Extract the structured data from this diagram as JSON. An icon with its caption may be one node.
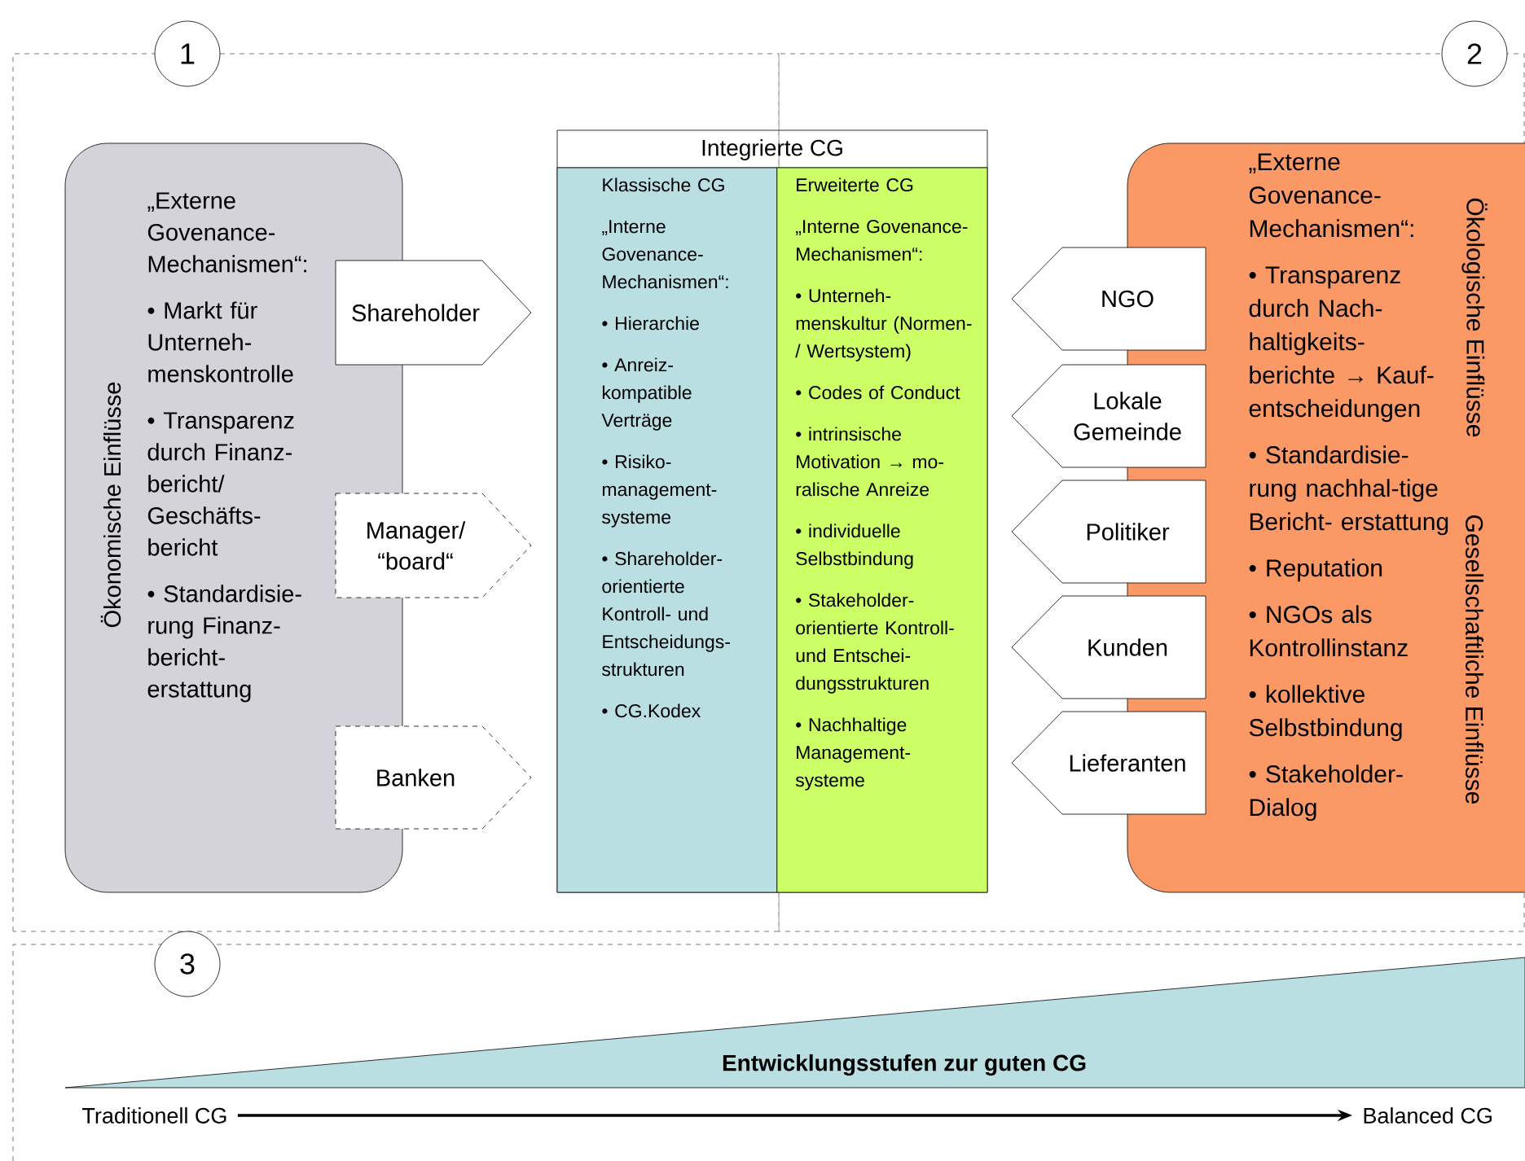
{
  "diagram": {
    "nodes": [
      {
        "text": [
          "„Externe Govenance- Mechanismen“:",
          "• Markt für Unterneh- menskontrolle",
          "• Transparenz durch Finanz- bericht/ Geschäfts- bericht",
          "• Standardisie- rung Finanz- bericht- erstattung",
          "Ökonomische Einflüsse"
        ]
      },
      {
        "text": [
          "Shareholder"
        ]
      },
      {
        "text": [
          "Manager/ “board“"
        ]
      },
      {
        "text": [
          "Banken"
        ]
      },
      {
        "text": [
          "Integrierte CG"
        ]
      },
      {
        "text": [
          "Klassische CG",
          "„Interne Govenance- Mechanismen“:",
          "• Hierarchie",
          "• Anreiz- kompatible Verträge",
          "• Risiko- management- systeme",
          "• Shareholder- orientierte Kontroll- und Entscheidungs- strukturen",
          "• CG.Kodex"
        ],
        "in": 4
      },
      {
        "text": [
          "Erweiterte CG",
          "„Interne Govenance- Mechanismen“:",
          "• Unterneh- menskultur (Normen-/ Wertsystem)",
          "• Codes of Conduct",
          "• intrinsische Motivation → mo- ralische Anreize",
          "• individuelle Selbstbindung",
          "• Stakeholder- orientierte Kontroll- und Entschei- dungsstrukturen",
          "• Nachhaltige Management- systeme"
        ],
        "in": 4
      },
      {
        "text": [
          "NGO"
        ]
      },
      {
        "text": [
          "Lokale Gemeinde"
        ]
      },
      {
        "text": [
          "Politiker"
        ]
      },
      {
        "text": [
          "Kunden"
        ]
      },
      {
        "text": [
          "Lieferanten"
        ]
      },
      {
        "text": [
          "„Externe Govenance- Mechanismen“:",
          "• Transparenz durch Nach- haltigkeits- berichte → Kauf- entscheidungen",
          "• Standardisie- rung nachhal-tige Bericht- erstattung",
          "• Reputation",
          "• NGOs als Kontrollinstanz",
          "• kollektive Selbstbindung",
          "• Stakeholder- Dialog",
          "Ökologische Einflüsse",
          "Gesellschaftliche Einflüsse"
        ]
      },
      {
        "text": [
          "1"
        ]
      },
      {
        "text": [
          "2"
        ]
      },
      {
        "text": [
          "3"
        ]
      },
      {
        "text": [
          "Entwicklungsstufen zur guten CG"
        ]
      },
      {
        "text": [
          "Traditionell CG"
        ]
      },
      {
        "text": [
          "Balanced CG"
        ]
      }
    ],
    "edges": [
      {
        "from": 17,
        "to": 18,
        "arrow": "to"
      }
    ]
  }
}
